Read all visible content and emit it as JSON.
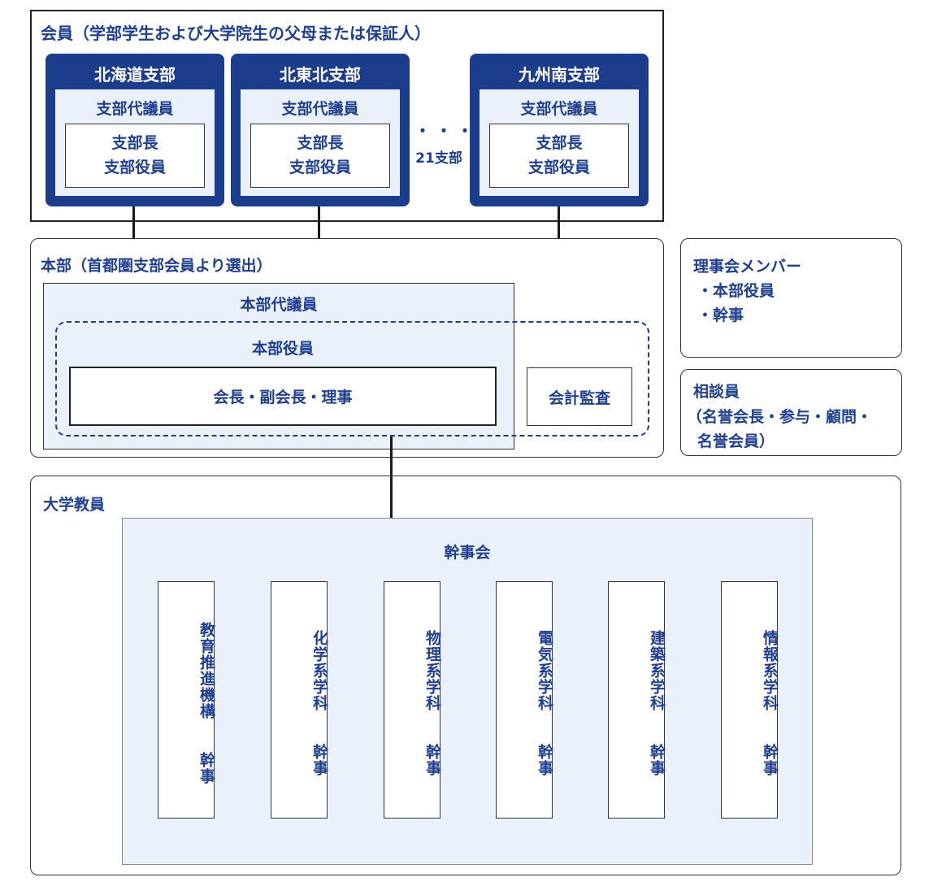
{
  "members": {
    "title": "会員（学部学生および大学院生の父母または保証人）",
    "branches": [
      {
        "name": "北海道支部",
        "rep": "支部代議員",
        "head": "支部長",
        "officers": "支部役員"
      },
      {
        "name": "北東北支部",
        "rep": "支部代議員",
        "head": "支部長",
        "officers": "支部役員"
      },
      {
        "name": "九州南支部",
        "rep": "支部代議員",
        "head": "支部長",
        "officers": "支部役員"
      }
    ],
    "ellipsis": "・・・",
    "branch_count": "21支部"
  },
  "hq": {
    "title": "本部（首都圏支部会員より選出）",
    "rep_label": "本部代議員",
    "officer_label": "本部役員",
    "leaders": "会長・副会長・理事",
    "audit": "会計監査"
  },
  "board": {
    "title": "理事会メンバー",
    "items": [
      "・本部役員",
      "・幹事"
    ]
  },
  "advisor": {
    "title": "相談員",
    "lines": [
      "（名誉会長・参与・顧問・",
      "名誉会員）"
    ]
  },
  "faculty": {
    "title": "大学教員",
    "council": "幹事会",
    "departments": [
      {
        "name": "教育推進機構",
        "role": "幹事"
      },
      {
        "name": "化学系学科",
        "role": "幹事"
      },
      {
        "name": "物理系学科",
        "role": "幹事"
      },
      {
        "name": "電気系学科",
        "role": "幹事"
      },
      {
        "name": "建築系学科",
        "role": "幹事"
      },
      {
        "name": "情報系学科",
        "role": "幹事"
      }
    ]
  },
  "colors": {
    "navy": "#1c3d8c",
    "light_fill": "#eaf1fb",
    "text": "#1f3f8f"
  }
}
